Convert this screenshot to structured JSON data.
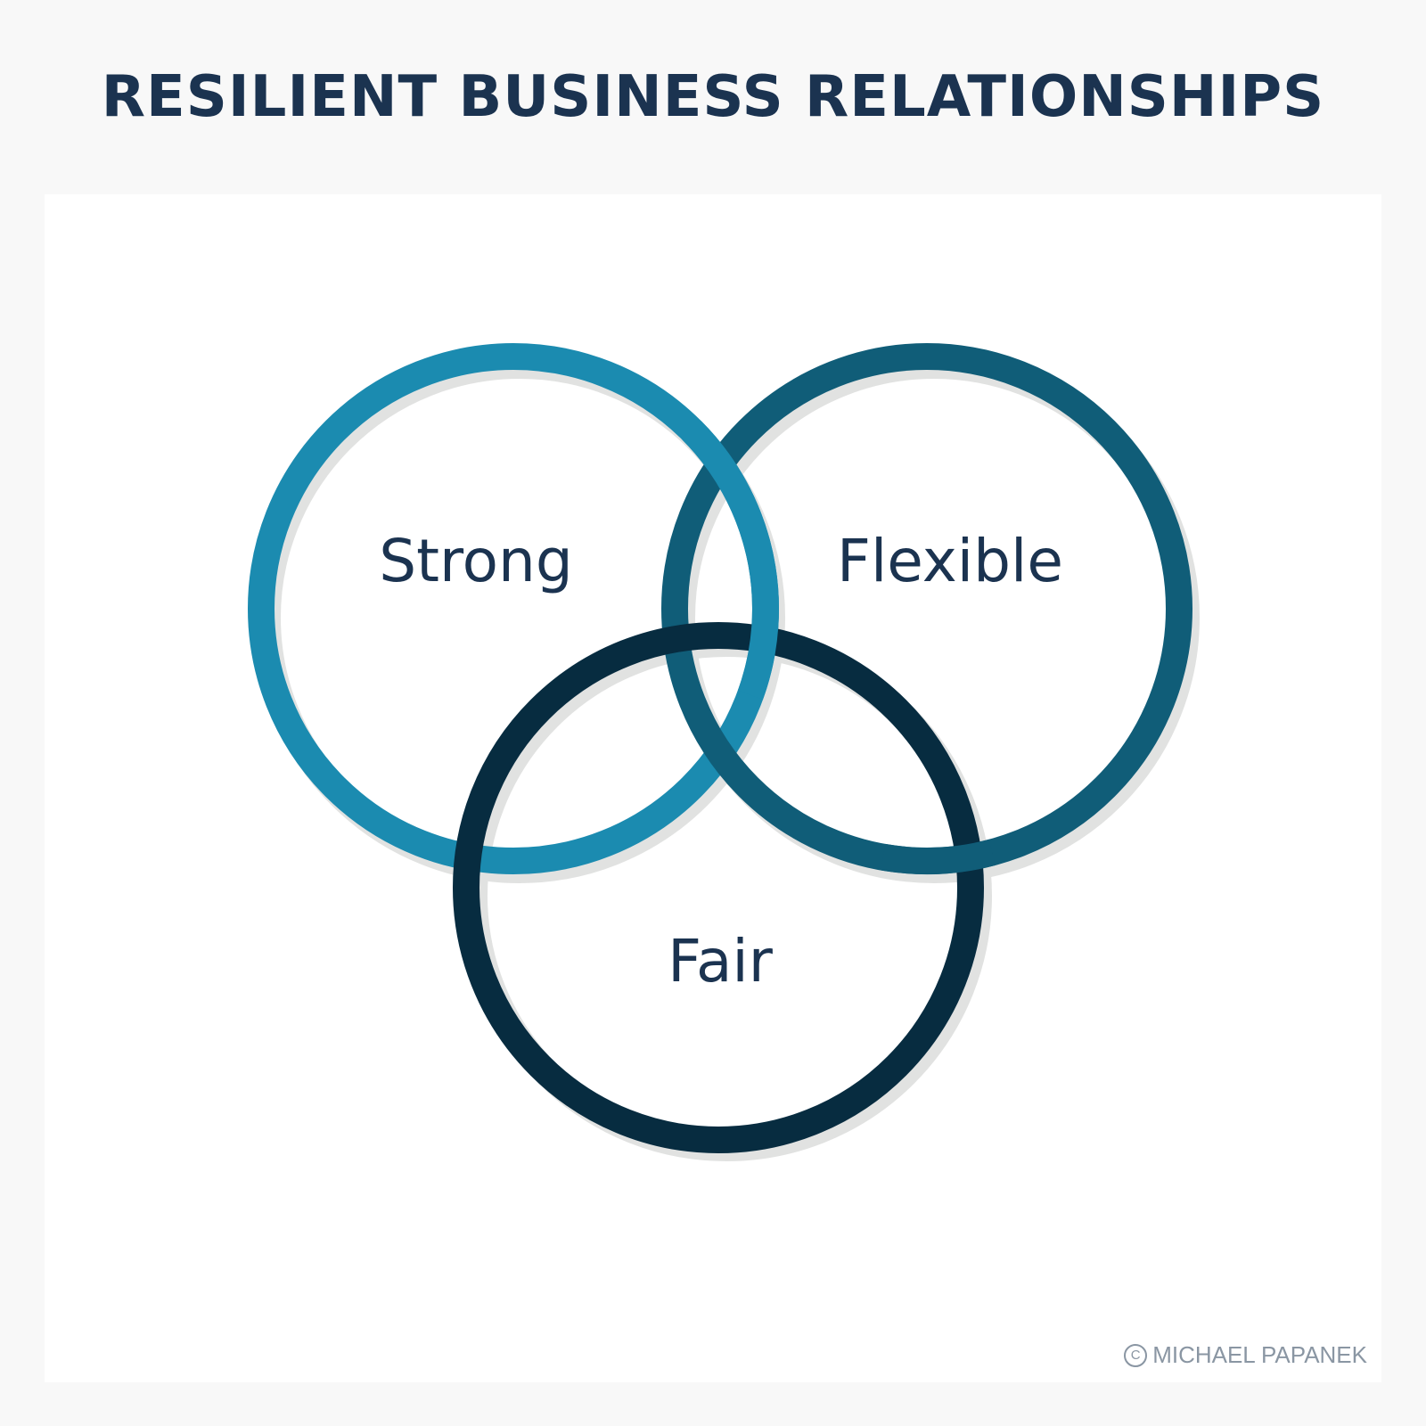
{
  "title": "RESILIENT BUSINESS RELATIONSHIPS",
  "diagram": {
    "type": "venn",
    "sets": [
      {
        "label": "Strong",
        "color": "#1b8bb0"
      },
      {
        "label": "Flexible",
        "color": "#105d78"
      },
      {
        "label": "Fair",
        "color": "#072c40"
      }
    ],
    "shadow_color": "#e1e2e1"
  },
  "credit": {
    "symbol": "C",
    "text": "MICHAEL PAPANEK"
  }
}
